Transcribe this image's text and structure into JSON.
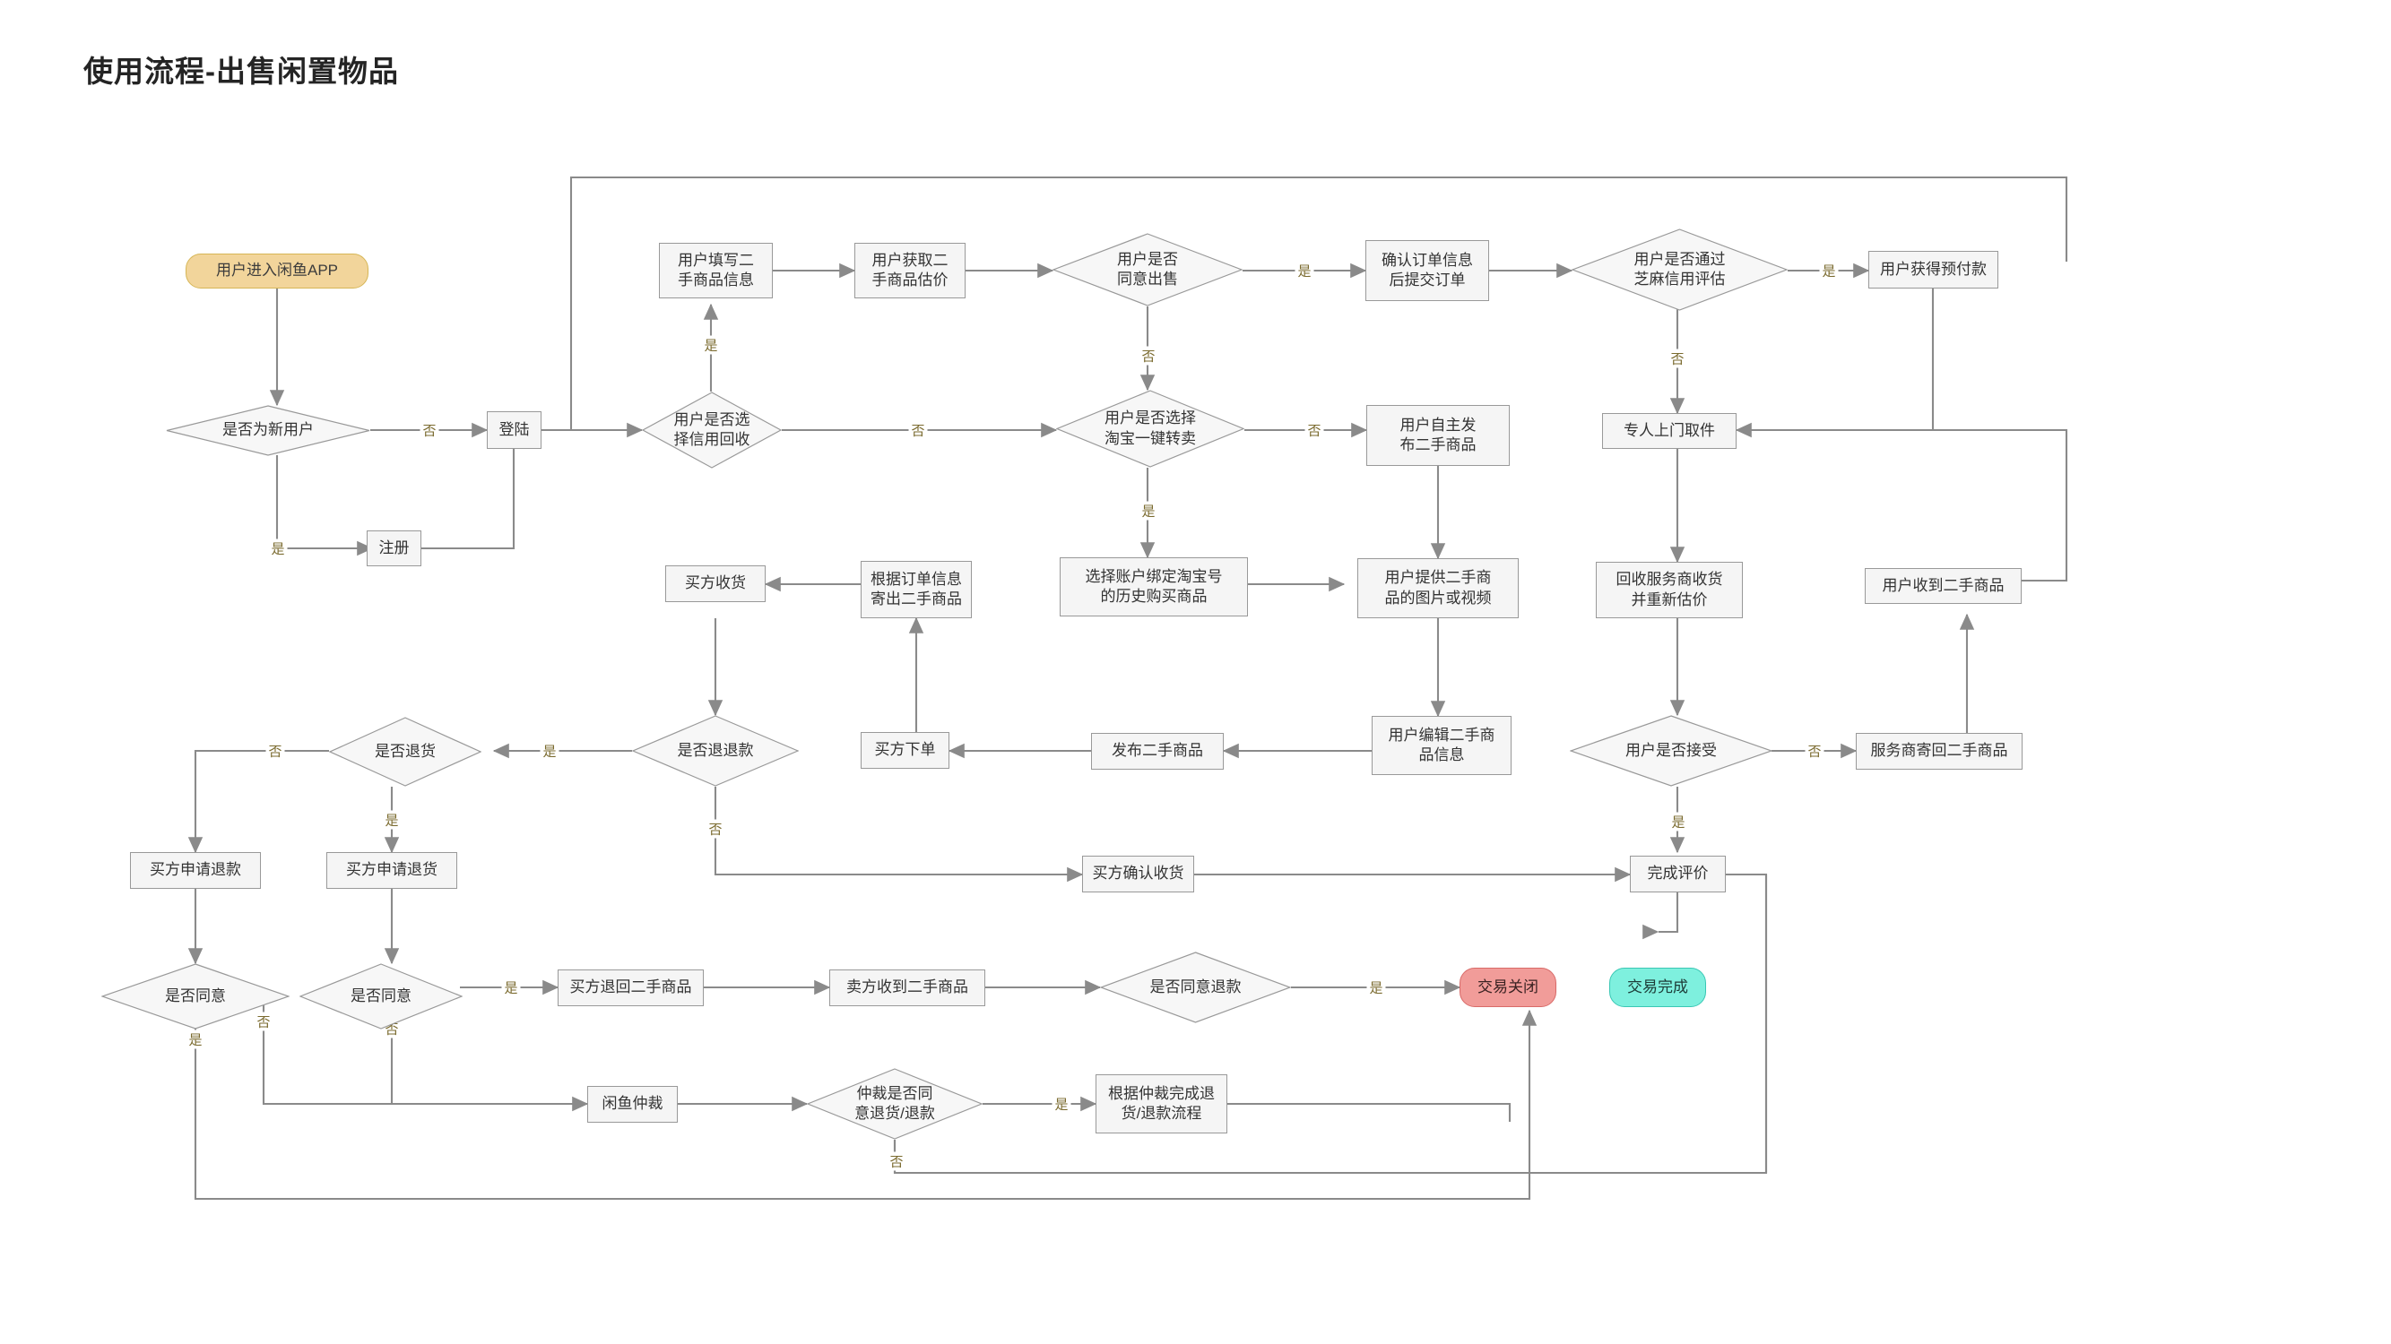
{
  "title": "使用流程-出售闲置物品",
  "theme": {
    "background": "#ffffff",
    "node_fill": "#f5f5f5",
    "node_stroke": "#999999",
    "edge_color": "#8a8a8a",
    "start_fill": "#f2d59b",
    "start_stroke": "#d6b656",
    "closed_fill": "#f19c99",
    "closed_stroke": "#d86a68",
    "done_fill": "#7ef0de",
    "done_stroke": "#39c7b4",
    "label_color": "#7a6a2e",
    "title_color": "#242424"
  },
  "nodes": {
    "start_app": "用户进入闲鱼APP",
    "is_new_user": "是否为新用户",
    "register": "注册",
    "login": "登陆",
    "choose_credit_recycle": "用户是否选\n择信用回收",
    "fill_item_info": "用户填写二\n手商品信息",
    "get_estimate": "用户获取二\n手商品估价",
    "agree_to_sell": "用户是否\n同意出售",
    "confirm_submit_order": "确认订单信息\n后提交订单",
    "zhima_credit_check": "用户是否通过\n芝麻信用评估",
    "get_prepay": "用户获得预付款",
    "pickup_by_agent": "专人上门取件",
    "recycler_receive_reprice": "回收服务商收货\n并重新估价",
    "user_accept": "用户是否接受",
    "service_send_back": "服务商寄回二手商品",
    "user_receive_item": "用户收到二手商品",
    "choose_taobao_resale": "用户是否选择\n淘宝一键转卖",
    "bind_taobao_history": "选择账户绑定淘宝号\n的历史购买商品",
    "self_publish": "用户自主发\n布二手商品",
    "provide_photos": "用户提供二手商\n品的图片或视频",
    "edit_item_info": "用户编辑二手商\n品信息",
    "publish_item": "发布二手商品",
    "buyer_place_order": "买方下单",
    "ship_by_order": "根据订单信息\n寄出二手商品",
    "buyer_receive": "买方收货",
    "is_refund": "是否退退款",
    "is_return": "是否退货",
    "buyer_apply_refund": "买方申请退款",
    "buyer_apply_return": "买方申请退货",
    "agree_refund_1": "是否同意",
    "agree_refund_2": "是否同意",
    "buyer_return_item": "买方退回二手商品",
    "seller_receive_item": "卖方收到二手商品",
    "agree_refund_3": "是否同意退款",
    "buyer_confirm_receipt": "买方确认收货",
    "finish_review": "完成评价",
    "trade_closed": "交易关闭",
    "trade_done": "交易完成",
    "xianyu_arbitration": "闲鱼仲裁",
    "arbitration_agree": "仲裁是否同\n意退货/退款",
    "complete_by_arbitration": "根据仲裁完成退\n货/退款流程"
  },
  "edge_labels": {
    "yes": "是",
    "no": "否"
  },
  "edges": [
    {
      "from": "start_app",
      "to": "is_new_user",
      "label": ""
    },
    {
      "from": "is_new_user",
      "to": "login",
      "label": "否"
    },
    {
      "from": "is_new_user",
      "to": "register",
      "label": "是"
    },
    {
      "from": "register",
      "to": "login",
      "label": ""
    },
    {
      "from": "login",
      "to": "choose_credit_recycle",
      "label": ""
    },
    {
      "from": "choose_credit_recycle",
      "to": "fill_item_info",
      "label": "是"
    },
    {
      "from": "choose_credit_recycle",
      "to": "choose_taobao_resale",
      "label": "否"
    },
    {
      "from": "fill_item_info",
      "to": "get_estimate",
      "label": ""
    },
    {
      "from": "get_estimate",
      "to": "agree_to_sell",
      "label": ""
    },
    {
      "from": "agree_to_sell",
      "to": "confirm_submit_order",
      "label": "是"
    },
    {
      "from": "agree_to_sell",
      "to": "choose_taobao_resale",
      "label": "否"
    },
    {
      "from": "confirm_submit_order",
      "to": "zhima_credit_check",
      "label": ""
    },
    {
      "from": "zhima_credit_check",
      "to": "get_prepay",
      "label": "是"
    },
    {
      "from": "zhima_credit_check",
      "to": "pickup_by_agent",
      "label": "否"
    },
    {
      "from": "get_prepay",
      "to": "pickup_by_agent",
      "label": ""
    },
    {
      "from": "pickup_by_agent",
      "to": "recycler_receive_reprice",
      "label": ""
    },
    {
      "from": "recycler_receive_reprice",
      "to": "user_accept",
      "label": ""
    },
    {
      "from": "user_accept",
      "to": "service_send_back",
      "label": "否"
    },
    {
      "from": "user_accept",
      "to": "finish_review",
      "label": "是"
    },
    {
      "from": "service_send_back",
      "to": "user_receive_item",
      "label": ""
    },
    {
      "from": "user_receive_item",
      "to": "pickup_by_agent",
      "label": ""
    },
    {
      "from": "choose_taobao_resale",
      "to": "bind_taobao_history",
      "label": "是"
    },
    {
      "from": "choose_taobao_resale",
      "to": "self_publish",
      "label": "否"
    },
    {
      "from": "bind_taobao_history",
      "to": "provide_photos",
      "label": ""
    },
    {
      "from": "self_publish",
      "to": "provide_photos",
      "label": ""
    },
    {
      "from": "provide_photos",
      "to": "edit_item_info",
      "label": ""
    },
    {
      "from": "edit_item_info",
      "to": "publish_item",
      "label": ""
    },
    {
      "from": "publish_item",
      "to": "buyer_place_order",
      "label": ""
    },
    {
      "from": "buyer_place_order",
      "to": "ship_by_order",
      "label": ""
    },
    {
      "from": "ship_by_order",
      "to": "buyer_receive",
      "label": ""
    },
    {
      "from": "buyer_receive",
      "to": "is_refund",
      "label": ""
    },
    {
      "from": "is_refund",
      "to": "is_return",
      "label": "是"
    },
    {
      "from": "is_refund",
      "to": "buyer_confirm_receipt",
      "label": "否"
    },
    {
      "from": "is_return",
      "to": "buyer_apply_refund",
      "label": "否"
    },
    {
      "from": "is_return",
      "to": "buyer_apply_return",
      "label": "是"
    },
    {
      "from": "buyer_apply_refund",
      "to": "agree_refund_1",
      "label": ""
    },
    {
      "from": "buyer_apply_return",
      "to": "agree_refund_2",
      "label": ""
    },
    {
      "from": "agree_refund_1",
      "to": "trade_closed",
      "label": "是"
    },
    {
      "from": "agree_refund_1",
      "to": "xianyu_arbitration",
      "label": "否"
    },
    {
      "from": "agree_refund_2",
      "to": "buyer_return_item",
      "label": "是"
    },
    {
      "from": "agree_refund_2",
      "to": "xianyu_arbitration",
      "label": "否"
    },
    {
      "from": "buyer_return_item",
      "to": "seller_receive_item",
      "label": ""
    },
    {
      "from": "seller_receive_item",
      "to": "agree_refund_3",
      "label": ""
    },
    {
      "from": "agree_refund_3",
      "to": "trade_closed",
      "label": "是"
    },
    {
      "from": "buyer_confirm_receipt",
      "to": "finish_review",
      "label": ""
    },
    {
      "from": "finish_review",
      "to": "trade_done",
      "label": ""
    },
    {
      "from": "xianyu_arbitration",
      "to": "arbitration_agree",
      "label": ""
    },
    {
      "from": "arbitration_agree",
      "to": "complete_by_arbitration",
      "label": "是"
    },
    {
      "from": "arbitration_agree",
      "to": "trade_closed",
      "label": "否"
    },
    {
      "from": "complete_by_arbitration",
      "to": "trade_closed",
      "label": ""
    }
  ]
}
